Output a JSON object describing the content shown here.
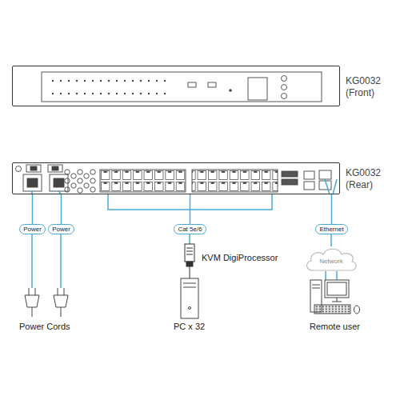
{
  "diagram": {
    "nodes": [
      {
        "text": [
          "KG0032 (Front)"
        ]
      },
      {
        "text": [
          "KG0032 (Rear)"
        ]
      },
      {
        "text": [
          "Power"
        ]
      },
      {
        "text": [
          "Power"
        ]
      },
      {
        "text": [
          "Cat 5e/6"
        ]
      },
      {
        "text": [
          "Ethernet"
        ]
      },
      {
        "text": [
          "Network"
        ]
      }
    ],
    "edges": [
      {
        "from": 1,
        "to": 2,
        "arrow": "none"
      },
      {
        "from": 1,
        "to": 3,
        "arrow": "none"
      },
      {
        "from": 1,
        "to": 4,
        "arrow": "none"
      },
      {
        "from": 1,
        "to": 5,
        "arrow": "none"
      },
      {
        "from": 5,
        "to": 6,
        "arrow": "none"
      }
    ],
    "labels": [
      "KVM DigiProcessor",
      "Power Cords",
      "PC x 32",
      "Remote user"
    ]
  }
}
